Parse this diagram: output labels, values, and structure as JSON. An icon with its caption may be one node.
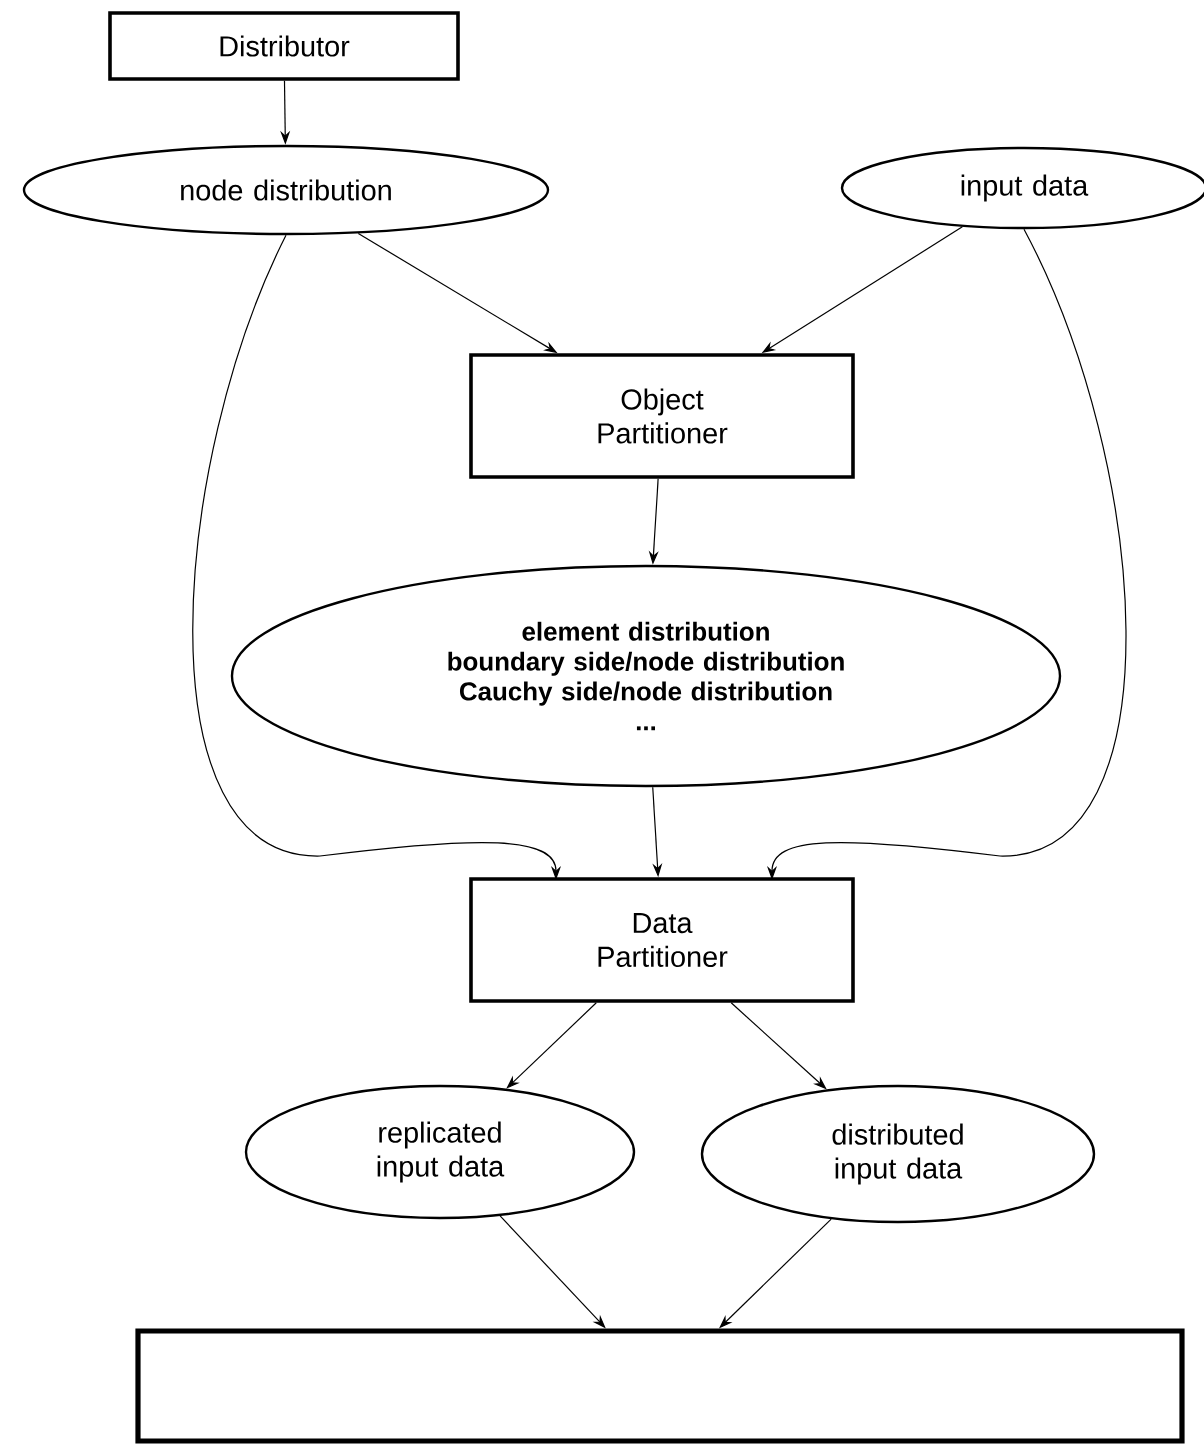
{
  "diagram": {
    "nodes": [
      {
        "text": [
          "Distributor"
        ]
      },
      {
        "text": [
          "node distribution"
        ]
      },
      {
        "text": [
          "input data"
        ]
      },
      {
        "text": [
          "Object Partitioner"
        ]
      },
      {
        "text": [
          "element distribution",
          "boundary side/node distribution",
          "Cauchy side/node distribution",
          "..."
        ]
      },
      {
        "text": [
          "Data Partitioner"
        ]
      },
      {
        "text": [
          "replicated input data"
        ]
      },
      {
        "text": [
          "distributed input data"
        ]
      },
      {
        "text": [],
        "shape": "box"
      }
    ],
    "edges": [
      {
        "from": 0,
        "to": 1,
        "arrow": "to"
      },
      {
        "from": 1,
        "to": 3,
        "arrow": "to"
      },
      {
        "from": 2,
        "to": 3,
        "arrow": "to"
      },
      {
        "from": 3,
        "to": 4,
        "arrow": "to"
      },
      {
        "from": 1,
        "to": 5,
        "arrow": "to"
      },
      {
        "from": 4,
        "to": 5,
        "arrow": "to"
      },
      {
        "from": 2,
        "to": 5,
        "arrow": "to"
      },
      {
        "from": 5,
        "to": 6,
        "arrow": "to"
      },
      {
        "from": 5,
        "to": 7,
        "arrow": "to"
      },
      {
        "from": 6,
        "to": 8,
        "arrow": "to"
      },
      {
        "from": 7,
        "to": 8,
        "arrow": "to"
      }
    ]
  }
}
